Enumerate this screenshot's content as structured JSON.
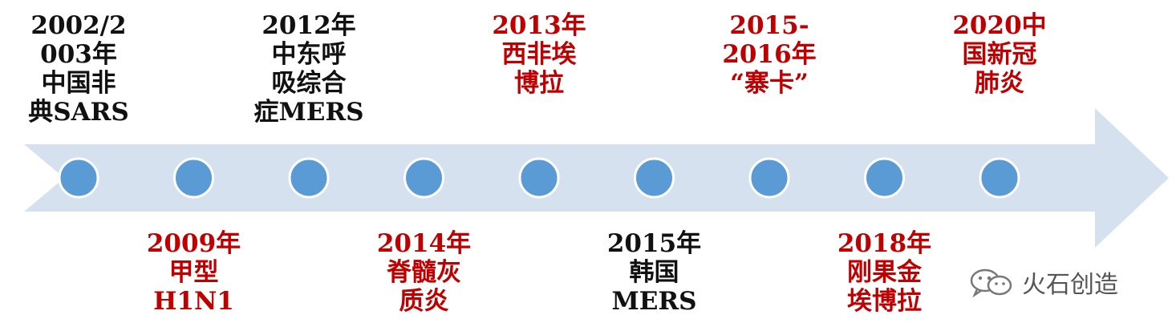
{
  "colors": {
    "arrow_fill": "#d6e1ef",
    "dot_fill": "#5b9bd5",
    "dot_stroke": "#ffffff",
    "text_black": "#111111",
    "text_red": "#c00000"
  },
  "events": [
    {
      "lines": [
        "2002/2",
        "003年",
        "中国非",
        "典SARS"
      ],
      "color": "black",
      "position": "above"
    },
    {
      "lines": [
        "2009年",
        "甲型",
        "H1N1"
      ],
      "color": "red",
      "position": "below"
    },
    {
      "lines": [
        "2012年",
        "中东呼",
        "吸综合",
        "症MERS"
      ],
      "color": "black",
      "position": "above"
    },
    {
      "lines": [
        "2014年",
        "脊髓灰",
        "质炎"
      ],
      "color": "red",
      "position": "below"
    },
    {
      "lines": [
        "2013年",
        "西非埃",
        "博拉"
      ],
      "color": "red",
      "position": "above"
    },
    {
      "lines": [
        "2015年",
        "韩国",
        "MERS"
      ],
      "color": "black",
      "position": "below"
    },
    {
      "lines": [
        "2015-",
        "2016年",
        "“寨卡”"
      ],
      "color": "red",
      "position": "above"
    },
    {
      "lines": [
        "2018年",
        "刚果金",
        "埃博拉"
      ],
      "color": "red",
      "position": "below"
    },
    {
      "lines": [
        "2020中",
        "国新冠",
        "肺炎"
      ],
      "color": "red",
      "position": "above"
    }
  ],
  "watermark": {
    "text": "火石创造",
    "icon": "wechat-icon"
  }
}
